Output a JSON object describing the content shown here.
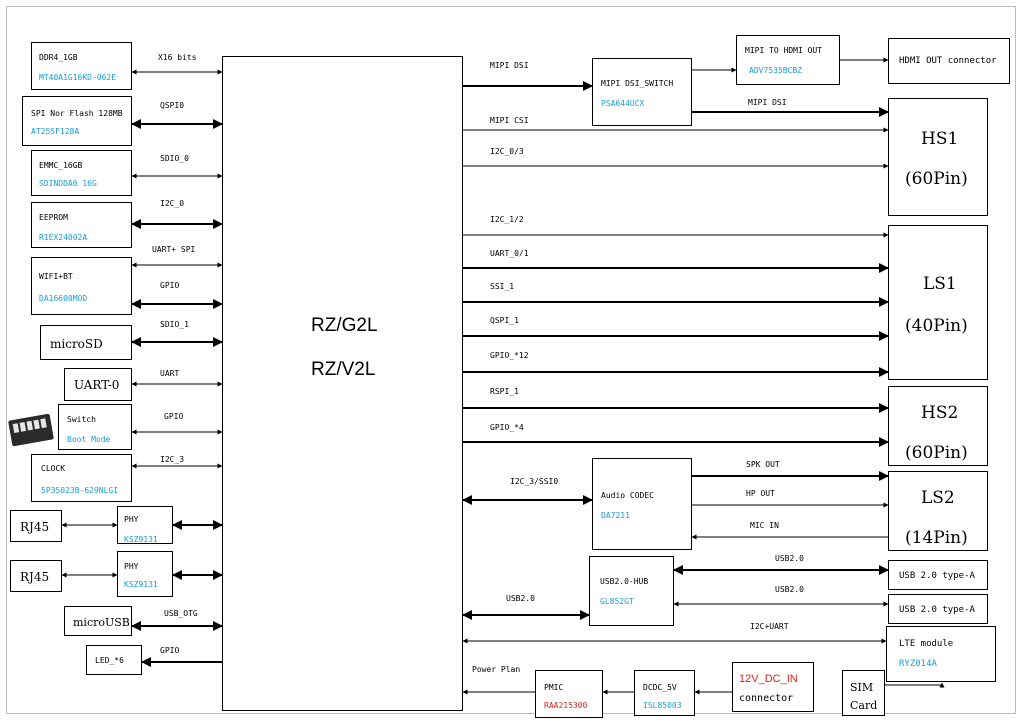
{
  "soc": {
    "line1": "RZ/G2L",
    "line2": "RZ/V2L"
  },
  "left_blocks": {
    "ddr": {
      "title": "DDR4_1GB",
      "part": "MT40A1G16KD-062E"
    },
    "spi": {
      "title": "SPI Nor Flash 128MB",
      "part": "AT25SF128A"
    },
    "emmc": {
      "title": "EMMC_16GB",
      "part": "SDINDDA6 16G"
    },
    "eeprom": {
      "title": "EEPROM",
      "part": "R1EX24002A"
    },
    "wifi": {
      "title": "WIFI+BT",
      "part": "DA16600MOD"
    },
    "microsd": {
      "title": "microSD"
    },
    "uart0": {
      "title": "UART-0"
    },
    "switch": {
      "title": "Switch",
      "part": "Boot Mode"
    },
    "clock": {
      "title": "CLOCK",
      "part": "5P35023B-629NLGI"
    },
    "rj45a": {
      "title": "RJ45"
    },
    "phya": {
      "title": "PHY",
      "part": "KSZ9131"
    },
    "rj45b": {
      "title": "RJ45"
    },
    "phyb": {
      "title": "PHY",
      "part": "KSZ9131"
    },
    "microusb": {
      "title": "microUSB"
    },
    "led": {
      "title": "LED_*6"
    }
  },
  "left_buses": {
    "ddr": "X16 bits",
    "spi": "QSPI0",
    "emmc": "SDIO_0",
    "eeprom": "I2C_0",
    "wifi1": "UART+ SPI",
    "wifi2": "GPIO",
    "microsd": "SDIO_1",
    "uart": "UART",
    "switch": "GPIO",
    "clock": "I2C_3",
    "usb": "USB_OTG",
    "led": "GPIO"
  },
  "right_buses": {
    "mipi_dsi": "MIPI DSI",
    "mipi_csi": "MIPI CSI",
    "i2c03": "I2C_0/3",
    "i2c12": "I2C_1/2",
    "uart01": "UART_0/1",
    "ssi1": "SSI_1",
    "qspi1": "QSPI_1",
    "gpio12": "GPIO_*12",
    "rspi1": "RSPI_1",
    "gpio4": "GPIO_*4",
    "i2c3ssi0": "I2C_3/SSI0",
    "usb20": "USB2.0",
    "i2cuart": "I2C+UART",
    "power": "Power Plan",
    "mipi_dsi2": "MIPI DSI",
    "spk_out": "SPK OUT",
    "hp_out": "HP OUT",
    "mic_in": "MIC IN",
    "usb20a": "USB2.0",
    "usb20b": "USB2.0"
  },
  "right_blocks": {
    "dsi_switch": {
      "title": "MIPI DSI_SWITCH",
      "part": "PSA644UCX"
    },
    "mipi_hdmi": {
      "title": "MIPI TO HDMI OUT",
      "part": "ADV7535BCBZ"
    },
    "hdmi_conn": {
      "title": "HDMI OUT connector"
    },
    "hs1": {
      "title": "HS1",
      "pins": "(60Pin)"
    },
    "ls1": {
      "title": "LS1",
      "pins": "(40Pin)"
    },
    "hs2": {
      "title": "HS2",
      "pins": "(60Pin)"
    },
    "ls2": {
      "title": "LS2",
      "pins": "(14Pin)"
    },
    "codec": {
      "title": "Audio CODEC",
      "part": "DA7211"
    },
    "hub": {
      "title": "USB2.0-HUB",
      "part": "GL852GT"
    },
    "usb_a1": {
      "title": "USB 2.0 type-A"
    },
    "usb_a2": {
      "title": "USB 2.0 type-A"
    },
    "lte": {
      "title": "LTE module",
      "part": "RYZ014A"
    },
    "pmic": {
      "title": "PMIC",
      "part": "RAA215300"
    },
    "dcdc": {
      "title": "DCDC_5V",
      "part": "ISL85003"
    },
    "dcin": {
      "title": "12V_DC_IN",
      "sub": "connector"
    },
    "sim": {
      "title": "SIM",
      "sub": "Card"
    }
  }
}
